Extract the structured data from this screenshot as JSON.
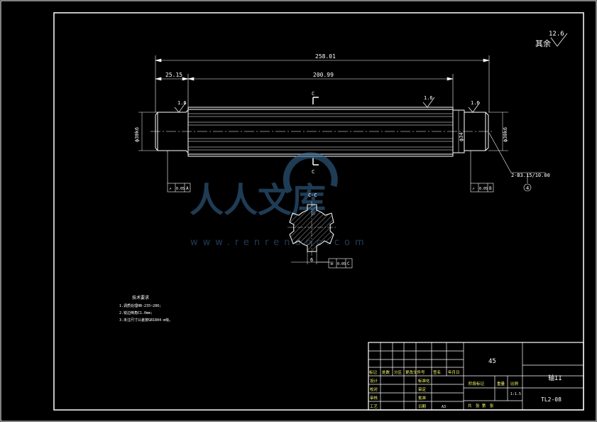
{
  "dimensions": {
    "overall_length": "258.01",
    "left_step": "25.15",
    "spline_length": "200.99",
    "journal_diameter": "ϕ30k6",
    "spline_diameter": "ϕ34",
    "right_step_diameter": "ϕ30",
    "center_hole": "2-B3.15/10.00",
    "center_hole_balloon": "4",
    "key_width": "6"
  },
  "surface_finish": {
    "general_label": "其余",
    "general_value": "12.6",
    "spline_left": "1.6",
    "spline_right": "1.6",
    "journal_right": "1.6"
  },
  "sections": {
    "cut_letter_top": "C",
    "cut_letter_bottom": "C",
    "section_title": "C-C"
  },
  "tolerances": {
    "left": {
      "symbol": "↗",
      "value": "0.05",
      "datum": "A"
    },
    "right": {
      "symbol": "↗",
      "value": "0.05",
      "datum": "B"
    },
    "section": {
      "symbol": "⌯",
      "value": "0.05",
      "datum": "C"
    }
  },
  "watermark": {
    "text": "人人文库",
    "url": "www.renrendoc.com"
  },
  "notes": {
    "title": "技术要求",
    "items": [
      "1.调质处理HB-235~280;",
      "2.锐边倒角C1.0mm;",
      "3.未注尺寸公差按GB1804-m级。"
    ]
  },
  "title_block": {
    "material": "45",
    "part_name": "轴II",
    "drawing_no": "TL2-08",
    "scale": "1:1.5",
    "paper": "A3",
    "rev_headers": [
      "标记",
      "处数",
      "分区",
      "更改文件号",
      "签名",
      "年月日"
    ],
    "sign_rows": [
      "设计",
      "校对",
      "审核",
      "工艺"
    ],
    "sign_mid": [
      "标准化",
      "审定",
      "批准",
      "日期"
    ],
    "stage_headers": [
      "阶段标记",
      "重量",
      "比例"
    ],
    "sheet_text": "共　张 第　张"
  }
}
